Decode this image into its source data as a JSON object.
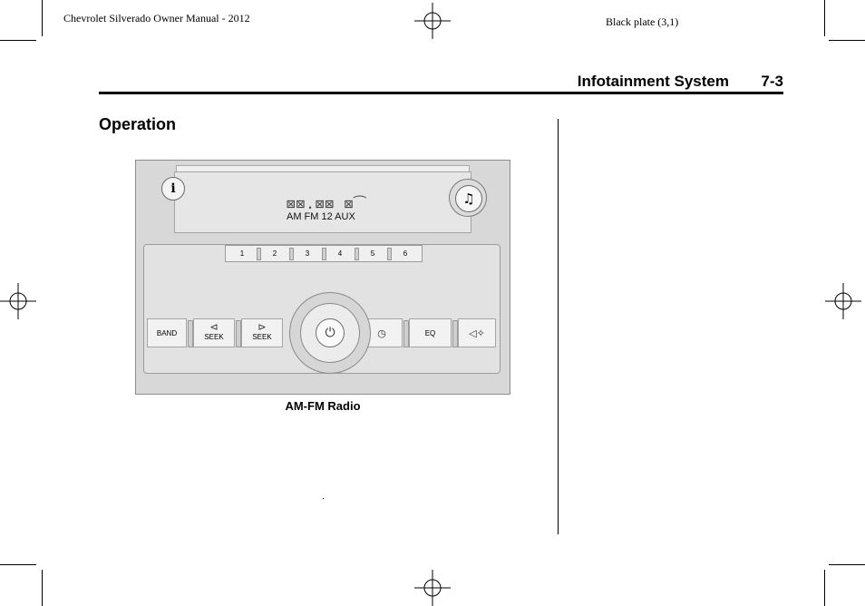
{
  "header": {
    "running_head": "Chevrolet Silverado Owner Manual - 2012",
    "plate": "Black plate (3,1)",
    "section_title": "Infotainment System",
    "page_number": "7-3"
  },
  "content": {
    "heading": "Operation",
    "figure_caption": "AM-FM Radio"
  },
  "radio": {
    "display_segments": "⊠⊠.⊠⊠ ⊠⁀",
    "display_label": "AM FM 12 AUX",
    "presets": [
      "1",
      "2",
      "3",
      "4",
      "5",
      "6"
    ],
    "buttons": {
      "band": "BAND",
      "seek_back": "SEEK",
      "seek_forward": "SEEK",
      "eq": "EQ"
    },
    "icons": {
      "info": "i",
      "music": "♫",
      "seek_back": "⊲",
      "seek_forward": "⊳",
      "power": "⏻",
      "clock": "◷",
      "speaker": "◁✧"
    }
  }
}
